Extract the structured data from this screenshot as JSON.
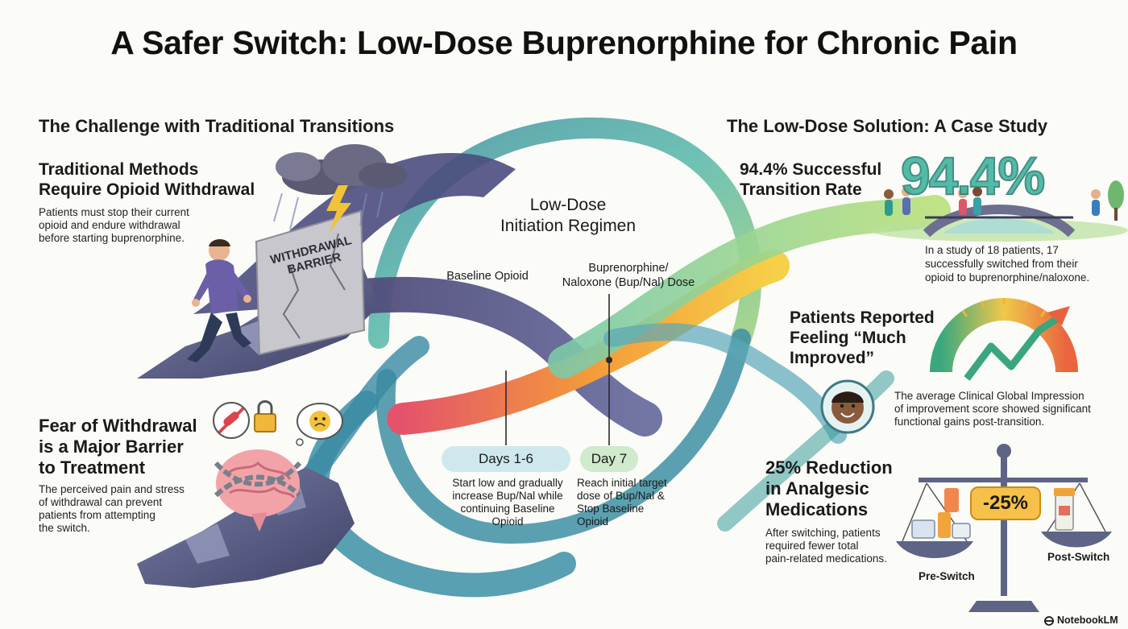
{
  "title": "A Safer Switch: Low-Dose Buprenorphine for Chronic Pain",
  "left": {
    "heading": "The Challenge with Traditional Transitions",
    "block1": {
      "title_line1": "Traditional Methods",
      "title_line2": "Require Opioid Withdrawal",
      "text_line1": "Patients must stop their current",
      "text_line2": "opioid and endure withdrawal",
      "text_line3": "before starting buprenorphine."
    },
    "barrier_line1": "WITHDRAWAL",
    "barrier_line2": "BARRIER",
    "block2": {
      "title_line1": "Fear of Withdrawal",
      "title_line2": "is a Major Barrier",
      "title_line3": "to Treatment",
      "text_line1": "The perceived pain and stress",
      "text_line2": "of withdrawal can prevent",
      "text_line3": "patients from attempting",
      "text_line4": "the switch."
    }
  },
  "center": {
    "title_line1": "Low-Dose",
    "title_line2": "Initiation Regimen",
    "baseline_label": "Baseline Opioid",
    "bup_label_line1": "Buprenorphine/",
    "bup_label_line2": "Naloxone (Bup/Nal) Dose",
    "step1": {
      "label": "Days 1-6",
      "text_line1": "Start low and gradually",
      "text_line2": "increase Bup/Nal while",
      "text_line3": "continuing Baseline",
      "text_line4": "Opioid"
    },
    "step2": {
      "label": "Day 7",
      "text_line1": "Reach initial target",
      "text_line2": "dose of Bup/Nal &",
      "text_line3": "Stop Baseline",
      "text_line4": "Opioid"
    }
  },
  "right": {
    "heading": "The Low-Dose Solution: A Case Study",
    "stat1": {
      "title_line1": "94.4% Successful",
      "title_line2": "Transition Rate",
      "big_value": "94.4%",
      "text_line1": "In a study of 18 patients, 17",
      "text_line2": "successfully switched from their",
      "text_line3": "opioid to buprenorphine/naloxone."
    },
    "stat2": {
      "title_line1": "Patients Reported",
      "title_line2": "Feeling “Much",
      "title_line3": "Improved”",
      "text_line1": "The average Clinical Global Impression",
      "text_line2": "of improvement score showed significant",
      "text_line3": "functional gains post-transition."
    },
    "stat3": {
      "title_line1": "25% Reduction",
      "title_line2": "in Analgesic",
      "title_line3": "Medications",
      "text_line1": "After switching, patients",
      "text_line2": "required fewer total",
      "text_line3": "pain-related medications.",
      "badge": "-25%",
      "pre_label": "Pre-Switch",
      "post_label": "Post-Switch"
    }
  },
  "brand": "NotebookLM",
  "colors": {
    "teal": "#3bb39d",
    "purple": "#5b5a86",
    "orange": "#f29a3a",
    "green": "#8cc84b"
  }
}
